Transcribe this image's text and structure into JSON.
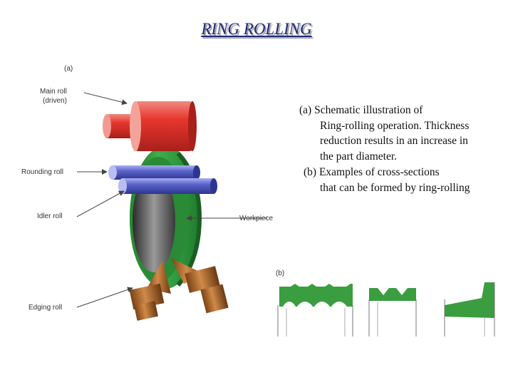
{
  "slide_title": "RING ROLLING",
  "figure_a": {
    "label": "(a)",
    "callouts": {
      "main_roll": "Main roll",
      "main_roll_sub": "(driven)",
      "rounding_roll": "Rounding roll",
      "idler_roll": "Idler roll",
      "workpiece": "Workpiece",
      "edging_roll": "Edging roll"
    }
  },
  "figure_b": {
    "label": "(b)"
  },
  "description": {
    "a_lead": "(a) Schematic illustration of",
    "a_cont": "Ring-rolling operation. Thickness reduction results in an increase in the part diameter.",
    "b_lead": "(b) Examples of cross-sections",
    "b_cont": "that can be formed by ring-rolling"
  },
  "colors": {
    "title": "#1f2a7a",
    "main_roll": "#e8372f",
    "rounding_roll": "#5a63c9",
    "workpiece": "#2f9a3b",
    "edging_roll": "#b06a2e",
    "cross_section": "#3a9d3f"
  }
}
